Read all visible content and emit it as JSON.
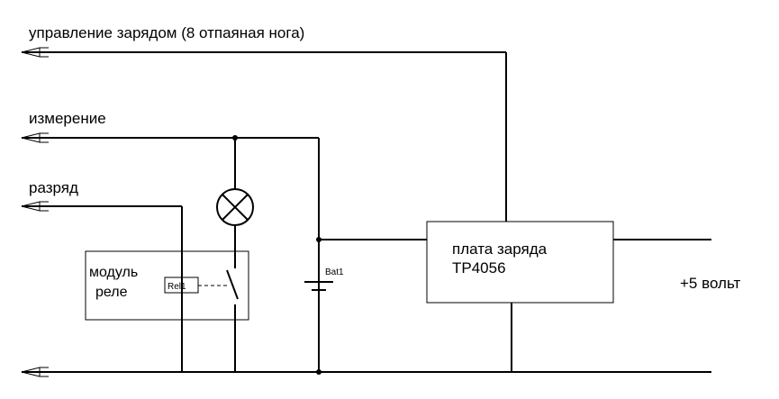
{
  "labels": {
    "charge_control": "управление зарядом (8 отпаяная нога)",
    "measurement": "измерение",
    "discharge": "разряд",
    "relay_module_line1": "модуль",
    "relay_module_line2": "реле",
    "relay_ref": "Rel1",
    "battery_ref": "Bat1",
    "charger_line1": "плата заряда",
    "charger_line2": "TP4056",
    "supply": "+5 вольт"
  }
}
